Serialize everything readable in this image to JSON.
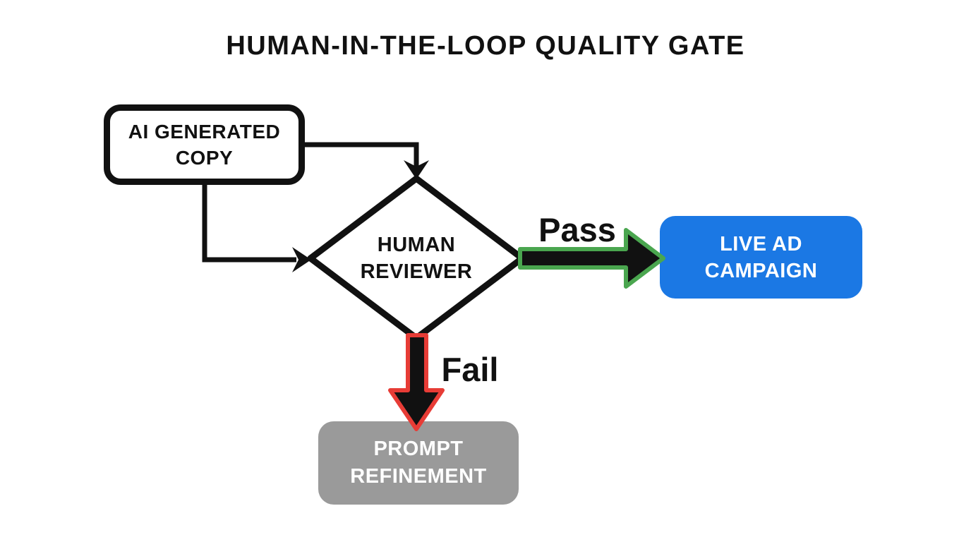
{
  "title": "HUMAN-IN-THE-LOOP QUALITY GATE",
  "nodes": {
    "ai_copy": {
      "name": "AI Generated Copy",
      "line1": "AI GENERATED",
      "line2": "COPY",
      "shape": "rounded-rect",
      "fill": "#ffffff",
      "border_color": "#111111",
      "text_color": "#111111"
    },
    "reviewer": {
      "name": "Human Reviewer",
      "line1": "HUMAN",
      "line2": "REVIEWER",
      "shape": "diamond",
      "fill": "#ffffff",
      "border_color": "#111111",
      "text_color": "#111111"
    },
    "live_ad": {
      "name": "Live Ad Campaign",
      "line1": "LIVE AD",
      "line2": "CAMPAIGN",
      "shape": "rounded-rect",
      "fill": "#1b78e4",
      "text_color": "#ffffff"
    },
    "refinement": {
      "name": "Prompt Refinement",
      "line1": "PROMPT",
      "line2": "REFINEMENT",
      "shape": "rounded-rect",
      "fill": "#9a9a9a",
      "text_color": "#ffffff"
    }
  },
  "edges": {
    "ai_to_reviewer_top": {
      "from": "ai_copy",
      "to": "reviewer",
      "label": "",
      "color": "#111111"
    },
    "ai_to_reviewer_left": {
      "from": "ai_copy",
      "to": "reviewer",
      "label": "",
      "color": "#111111"
    },
    "pass": {
      "from": "reviewer",
      "to": "live_ad",
      "label": "Pass",
      "fill": "#111111",
      "outline": "#4aa64f"
    },
    "fail": {
      "from": "reviewer",
      "to": "refinement",
      "label": "Fail",
      "fill": "#111111",
      "outline": "#e73c36"
    }
  },
  "colors": {
    "background": "#ffffff",
    "line": "#111111",
    "pass_green": "#4aa64f",
    "fail_red": "#e73c36",
    "live_ad_blue": "#1b78e4",
    "refinement_gray": "#9a9a9a"
  }
}
